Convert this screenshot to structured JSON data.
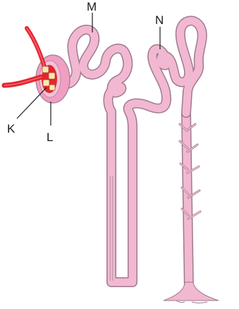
{
  "labels": {
    "K": "K",
    "L": "L",
    "M": "M",
    "N": "N"
  },
  "colors": {
    "tubule": "#f2b8d2",
    "tubule_outline": "#9e7a8c",
    "capsule": "#ef9fc4",
    "vessel": "#e4262f",
    "vessel_highlight": "#f46a70",
    "podocyte": "#f7e9b5",
    "pointer_line": "#1a1a1a"
  }
}
